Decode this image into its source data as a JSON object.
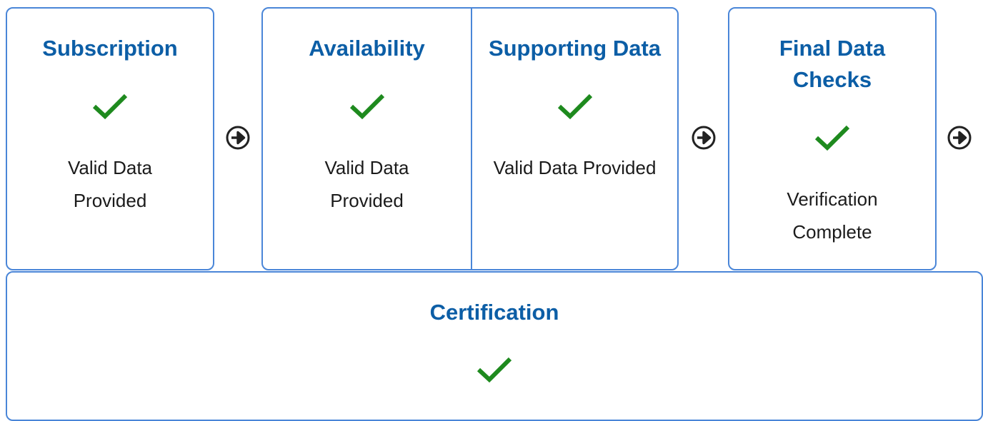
{
  "steps": [
    {
      "title": "Subscription",
      "status": "Valid Data Provided",
      "status_icon": "check-icon"
    },
    {
      "title": "Availability",
      "status": "Valid Data Provided",
      "status_icon": "check-icon"
    },
    {
      "title": "Supporting Data",
      "status": "Valid Data Provided",
      "status_icon": "check-icon"
    },
    {
      "title": "Final Data Checks",
      "status": "Verification Complete",
      "status_icon": "check-icon"
    },
    {
      "title": "Certification",
      "status_icon": "check-icon"
    }
  ],
  "next_icon": "arrow-circle-right-icon",
  "colors": {
    "title": "#0c5ea6",
    "border": "#4a86d8",
    "check": "#1e8a1e",
    "text": "#1b1b1b",
    "arrow": "#222222"
  }
}
